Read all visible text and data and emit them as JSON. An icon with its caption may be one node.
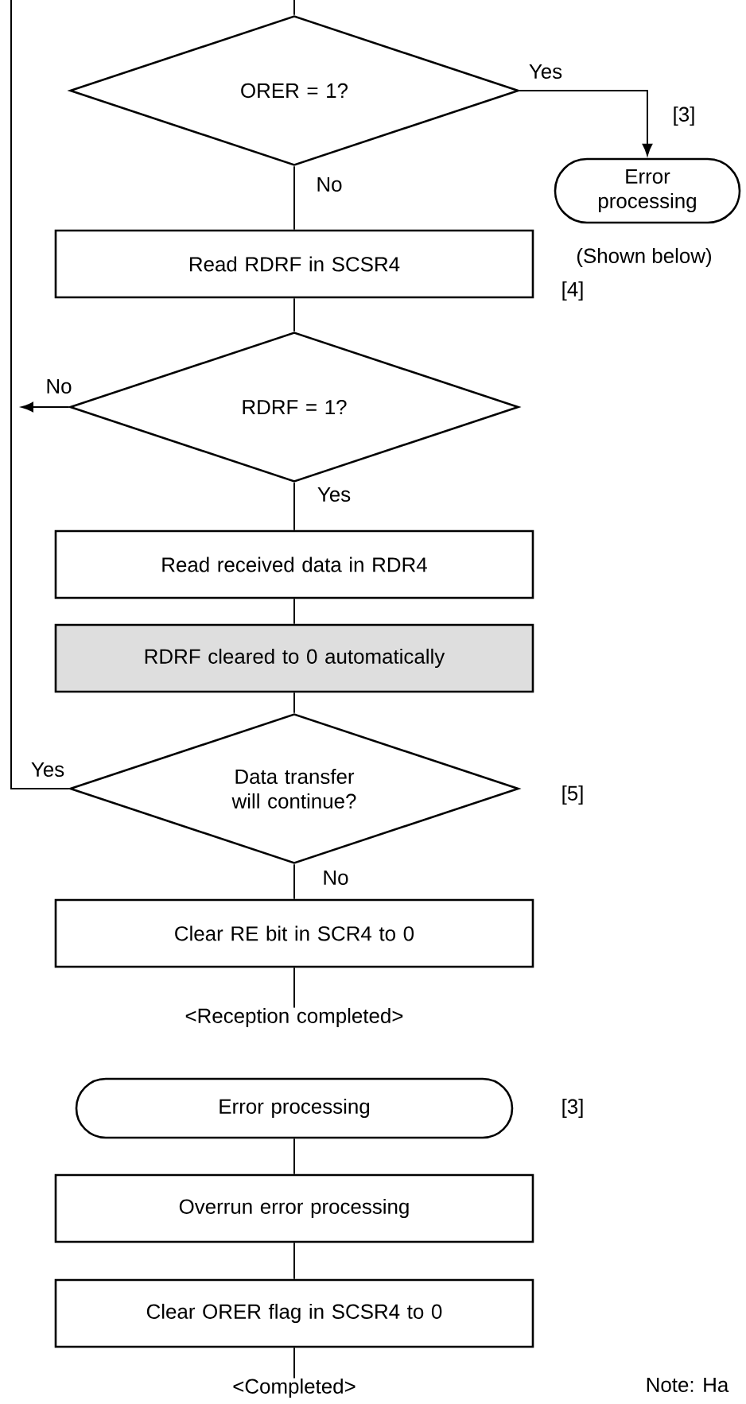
{
  "diagram": {
    "nodes": [
      {
        "text": [
          "ORER = 1?"
        ]
      },
      {
        "text": [
          "Error processing"
        ],
        "beside": [
          "(Shown below)"
        ]
      },
      {
        "text": [
          "Read RDRF in SCSR4"
        ]
      },
      {
        "text": [
          "RDRF = 1?"
        ]
      },
      {
        "text": [
          "Read received data in RDR4"
        ]
      },
      {
        "text": [
          "RDRF cleared to 0 automatically"
        ]
      },
      {
        "text": [
          "Data transfer will continue?"
        ]
      },
      {
        "text": [
          "Clear RE bit in SCR4 to 0"
        ]
      },
      {
        "text": [
          "<Reception completed>"
        ]
      },
      {
        "text": [
          "Error processing"
        ]
      },
      {
        "text": [
          "Overrun error processing"
        ]
      },
      {
        "text": [
          "Clear ORER flag in SCSR4 to 0"
        ]
      },
      {
        "text": [
          "<Completed>"
        ]
      }
    ],
    "edges": [
      {
        "from": null,
        "to": 0,
        "arrow": "none"
      },
      {
        "from": 0,
        "to": 1,
        "arrow": "to",
        "label": "Yes"
      },
      {
        "from": 0,
        "to": 2,
        "arrow": "none",
        "label": "No"
      },
      {
        "from": 2,
        "to": 3,
        "arrow": "none"
      },
      {
        "from": 3,
        "to": null,
        "arrow": "to",
        "label": "No"
      },
      {
        "from": 3,
        "to": 4,
        "arrow": "none",
        "label": "Yes"
      },
      {
        "from": 4,
        "to": 5,
        "arrow": "none"
      },
      {
        "from": 5,
        "to": 6,
        "arrow": "none"
      },
      {
        "from": 6,
        "to": null,
        "arrow": "none",
        "label": "Yes"
      },
      {
        "from": 6,
        "to": 7,
        "arrow": "none",
        "label": "No"
      },
      {
        "from": 7,
        "to": 8,
        "arrow": "none"
      },
      {
        "from": 9,
        "to": 10,
        "arrow": "none"
      },
      {
        "from": 10,
        "to": 11,
        "arrow": "none"
      },
      {
        "from": 11,
        "to": 12,
        "arrow": "none"
      }
    ],
    "labels": [
      "[3]",
      "[4]",
      "[5]",
      "[3]",
      "Note: Ha"
    ]
  }
}
